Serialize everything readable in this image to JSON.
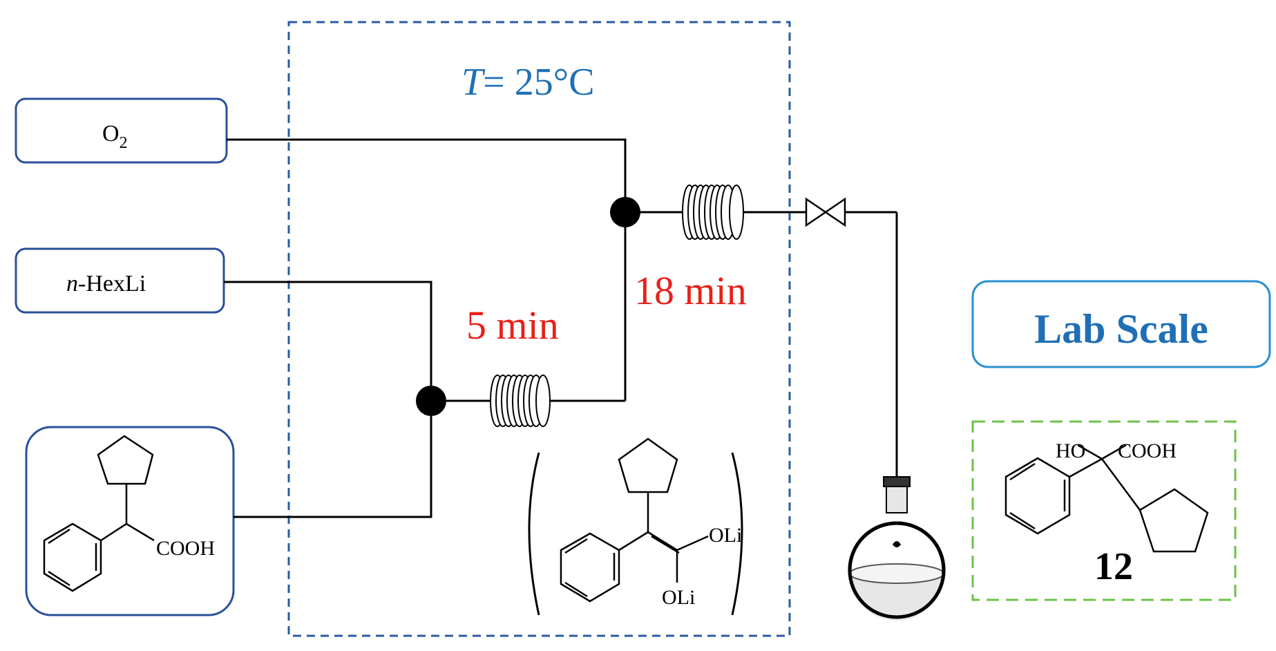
{
  "temperature": {
    "var": "T",
    "value": "= 25°C"
  },
  "inputs": {
    "oxygen": {
      "main": "O",
      "sub": "2"
    },
    "base": {
      "italic": "n",
      "rest": "-HexLi"
    },
    "acid": {
      "group": "COOH"
    }
  },
  "residence_times": {
    "first": "5 min",
    "second": "18 min"
  },
  "intermediate": {
    "group_top": "OLi",
    "group_bottom": "OLi"
  },
  "scale_label": "Lab Scale",
  "product": {
    "hydroxy": "HO",
    "acid": "COOH",
    "number": "12"
  },
  "colors": {
    "zone_border": "#2a5aa6",
    "temperature_text": "#1f6fb5",
    "time_text": "#e8201a",
    "scale_border": "#2a8fd0",
    "scale_text": "#1f6fb5",
    "product_border": "#6cc24a",
    "acid_box_border": "#2a4f9a",
    "input_box_border": "#2a4f9a"
  }
}
